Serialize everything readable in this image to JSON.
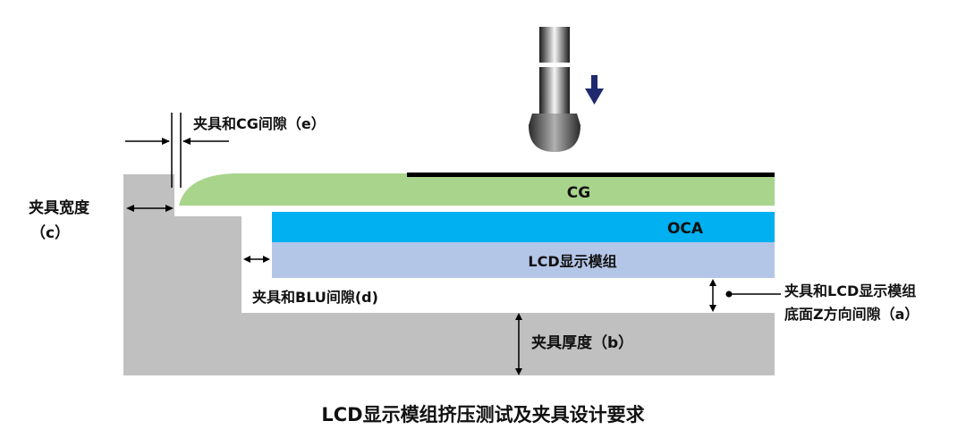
{
  "layers": {
    "cg": "CG",
    "oca": "OCA",
    "lcd": "LCD显示模组"
  },
  "labels": {
    "gap_e": "夹具和CG间隙（e）",
    "width_c_line1": "夹具宽度",
    "width_c_line2": "（c）",
    "gap_d": "夹具和BLU间隙(d)",
    "gap_a_line1": "夹具和LCD显示模组",
    "gap_a_line2": "底面Z方向间隙（a）",
    "thickness_b": "夹具厚度（b）"
  },
  "caption": "LCD显示模组挤压测试及夹具设计要求",
  "colors": {
    "fixture": "#c0c0c0",
    "cg": "#a8d48c",
    "oca": "#00b0f0",
    "lcd": "#b4c6e7",
    "press_arrow": "#1f2a6e",
    "cg_top_film": "#000000"
  },
  "icons": {
    "press_head": "press-probe-icon",
    "press_direction": "down-arrow-icon"
  }
}
